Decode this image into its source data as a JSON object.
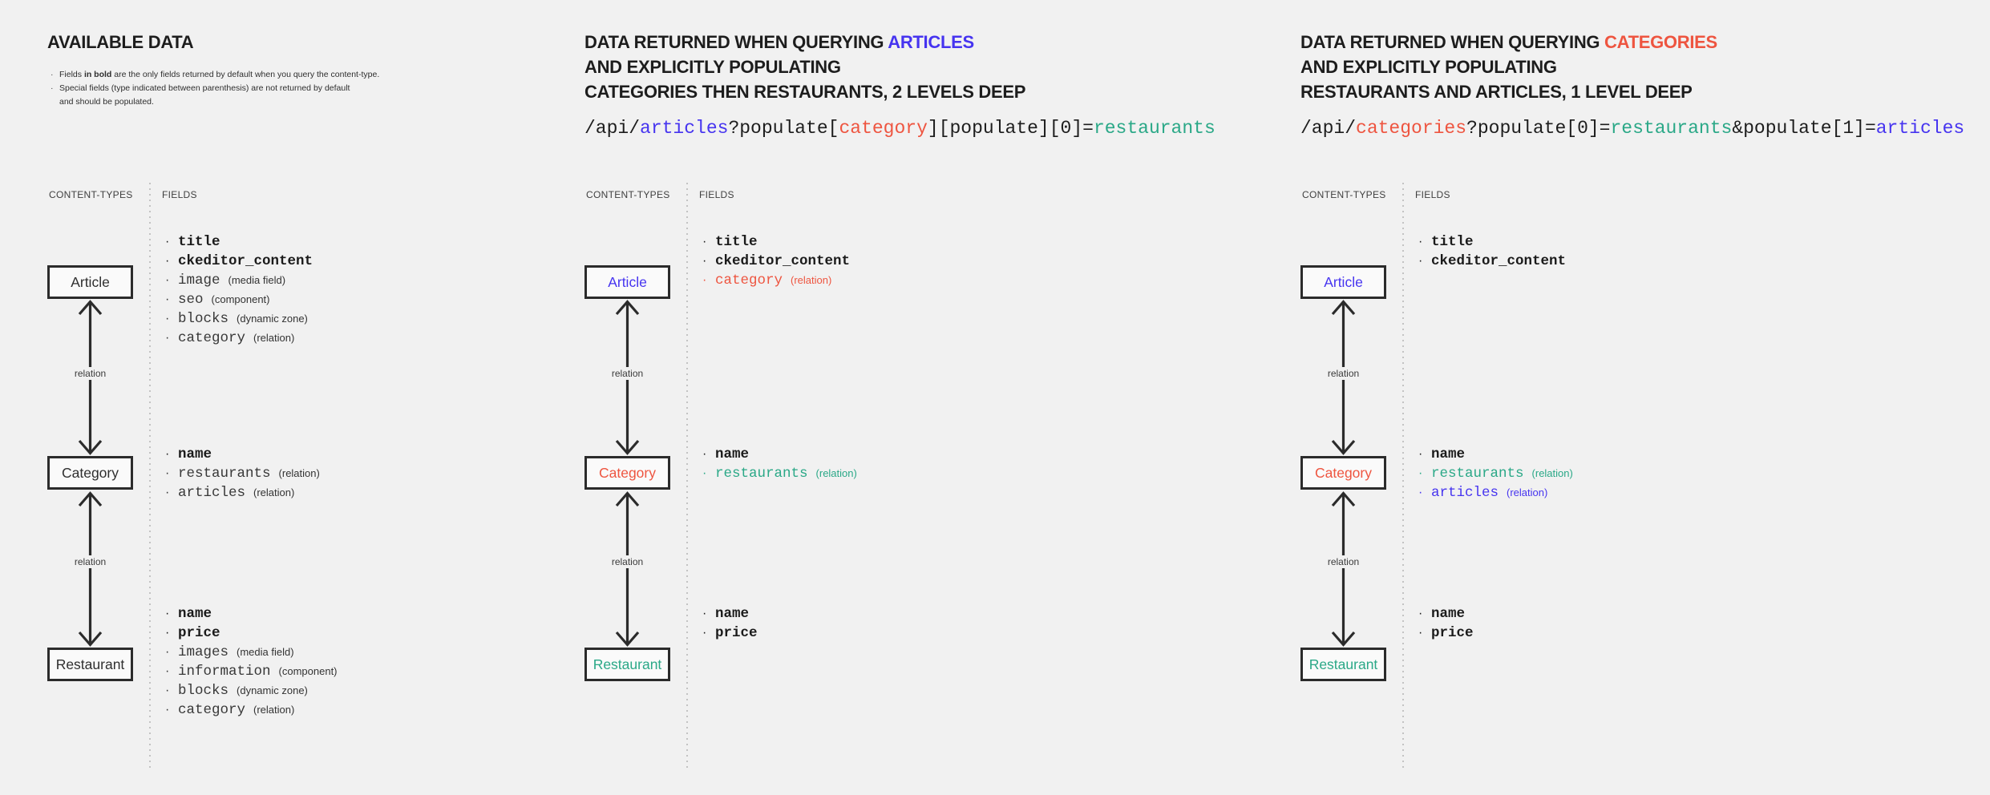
{
  "colors": {
    "blue": "#4634f0",
    "red": "#ee5540",
    "teal": "#2aa887",
    "background": "#f1f1f1",
    "box_border": "#2b2b2b",
    "box_background": "#fafafa",
    "text_dark": "#1d1d1d"
  },
  "panels": [
    {
      "title_lines": [
        {
          "segments": [
            {
              "text": "AVAILABLE DATA",
              "color": "dark"
            }
          ]
        }
      ],
      "notes": [
        {
          "segments": [
            "Fields ",
            "in bold",
            " are the only fields returned by default when you query the content-type."
          ]
        },
        {
          "segments": [
            "Special fields (type indicated between parenthesis) are not returned by default\nand should be populated."
          ]
        }
      ],
      "content_types_label": "CONTENT-TYPES",
      "fields_label": "FIELDS",
      "relation_label": "relation",
      "nodes": [
        {
          "label": "Article",
          "color": "dark",
          "fields": [
            {
              "name": "title",
              "style": "bold"
            },
            {
              "name": "ckeditor_content",
              "style": "bold"
            },
            {
              "name": "image",
              "annotation": "(media field)",
              "style": "plain"
            },
            {
              "name": "seo",
              "annotation": "(component)",
              "style": "plain"
            },
            {
              "name": "blocks",
              "annotation": "(dynamic zone)",
              "style": "plain"
            },
            {
              "name": "category",
              "annotation": "(relation)",
              "style": "plain"
            }
          ]
        },
        {
          "label": "Category",
          "color": "dark",
          "fields": [
            {
              "name": "name",
              "style": "bold"
            },
            {
              "name": "restaurants",
              "annotation": "(relation)",
              "style": "plain"
            },
            {
              "name": "articles",
              "annotation": "(relation)",
              "style": "plain"
            }
          ]
        },
        {
          "label": "Restaurant",
          "color": "dark",
          "fields": [
            {
              "name": "name",
              "style": "bold"
            },
            {
              "name": "price",
              "style": "bold"
            },
            {
              "name": "images",
              "annotation": "(media field)",
              "style": "plain"
            },
            {
              "name": "information",
              "annotation": "(component)",
              "style": "plain"
            },
            {
              "name": "blocks",
              "annotation": "(dynamic zone)",
              "style": "plain"
            },
            {
              "name": "category",
              "annotation": "(relation)",
              "style": "plain"
            }
          ]
        }
      ]
    },
    {
      "title_lines": [
        {
          "segments": [
            {
              "text": "DATA RETURNED WHEN QUERYING ",
              "color": "dark"
            },
            {
              "text": "ARTICLES",
              "color": "blue"
            }
          ]
        },
        {
          "segments": [
            {
              "text": "AND EXPLICITLY POPULATING",
              "color": "dark"
            }
          ]
        },
        {
          "segments": [
            {
              "text": "CATEGORIES THEN RESTAURANTS, 2 LEVELS DEEP",
              "color": "dark"
            }
          ]
        }
      ],
      "api_segments": [
        {
          "text": "/api/",
          "color": "dark"
        },
        {
          "text": "articles",
          "color": "blue"
        },
        {
          "text": "?populate[",
          "color": "dark"
        },
        {
          "text": "category",
          "color": "red"
        },
        {
          "text": "][populate][0]=",
          "color": "dark"
        },
        {
          "text": "restaurants",
          "color": "teal"
        }
      ],
      "content_types_label": "CONTENT-TYPES",
      "fields_label": "FIELDS",
      "relation_label": "relation",
      "nodes": [
        {
          "label": "Article",
          "color": "blue",
          "fields": [
            {
              "name": "title",
              "style": "bold"
            },
            {
              "name": "ckeditor_content",
              "style": "bold"
            },
            {
              "name": "category",
              "annotation": "(relation)",
              "style": "red"
            }
          ]
        },
        {
          "label": "Category",
          "color": "red",
          "fields": [
            {
              "name": "name",
              "style": "bold"
            },
            {
              "name": "restaurants",
              "annotation": "(relation)",
              "style": "teal"
            }
          ]
        },
        {
          "label": "Restaurant",
          "color": "teal",
          "fields": [
            {
              "name": "name",
              "style": "bold"
            },
            {
              "name": "price",
              "style": "bold"
            }
          ]
        }
      ]
    },
    {
      "title_lines": [
        {
          "segments": [
            {
              "text": "DATA RETURNED WHEN QUERYING ",
              "color": "dark"
            },
            {
              "text": "CATEGORIES",
              "color": "red"
            }
          ]
        },
        {
          "segments": [
            {
              "text": "AND EXPLICITLY POPULATING",
              "color": "dark"
            }
          ]
        },
        {
          "segments": [
            {
              "text": "RESTAURANTS AND ARTICLES, 1 LEVEL DEEP",
              "color": "dark"
            }
          ]
        }
      ],
      "api_segments": [
        {
          "text": "/api/",
          "color": "dark"
        },
        {
          "text": "categories",
          "color": "red"
        },
        {
          "text": "?populate[0]=",
          "color": "dark"
        },
        {
          "text": "restaurants",
          "color": "teal"
        },
        {
          "text": "&populate[1]=",
          "color": "dark"
        },
        {
          "text": "articles",
          "color": "blue"
        }
      ],
      "content_types_label": "CONTENT-TYPES",
      "fields_label": "FIELDS",
      "relation_label": "relation",
      "nodes": [
        {
          "label": "Article",
          "color": "blue",
          "fields": [
            {
              "name": "title",
              "style": "bold"
            },
            {
              "name": "ckeditor_content",
              "style": "bold"
            }
          ]
        },
        {
          "label": "Category",
          "color": "red",
          "fields": [
            {
              "name": "name",
              "style": "bold"
            },
            {
              "name": "restaurants",
              "annotation": "(relation)",
              "style": "teal"
            },
            {
              "name": "articles",
              "annotation": "(relation)",
              "style": "blue"
            }
          ]
        },
        {
          "label": "Restaurant",
          "color": "teal",
          "fields": [
            {
              "name": "name",
              "style": "bold"
            },
            {
              "name": "price",
              "style": "bold"
            }
          ]
        }
      ]
    }
  ]
}
